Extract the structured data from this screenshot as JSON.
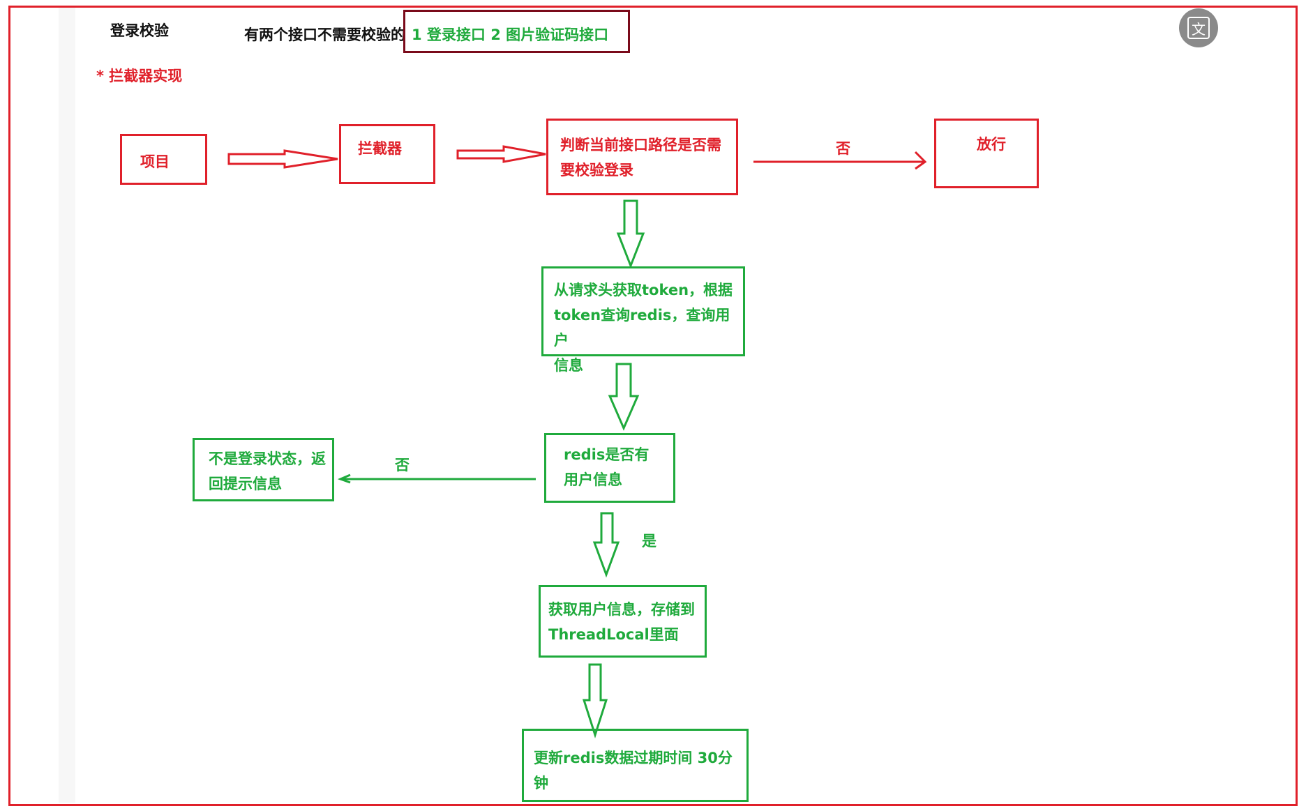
{
  "header": {
    "title": "登录校验",
    "subtitle": "有两个接口不需要校验的",
    "exempt_interfaces": "1 登录接口  2 图片验证码接口",
    "implementation_note": "* 拦截器实现"
  },
  "nodes": {
    "project": "项目",
    "interceptor": "拦截器",
    "judge_path": "判断当前接口路径是否需\n要校验登录",
    "pass": "放行",
    "get_token": "从请求头获取token，根据\ntoken查询redis，查询用户\n信息",
    "redis_has_user": "redis是否有\n用户信息",
    "not_logged_in": "不是登录状态，返\n回提示信息",
    "store_user": "获取用户信息，存储到\nThreadLocal里面",
    "refresh_expire": "更新redis数据过期时间 30分钟"
  },
  "edge_labels": {
    "judge_no": "否",
    "redis_no": "否",
    "redis_yes": "是"
  },
  "toolbar": {
    "translate_icon_glyph": "文"
  },
  "colors": {
    "red": "#e0202a",
    "green": "#1faa3c",
    "dark_red": "#7a0a1a"
  }
}
